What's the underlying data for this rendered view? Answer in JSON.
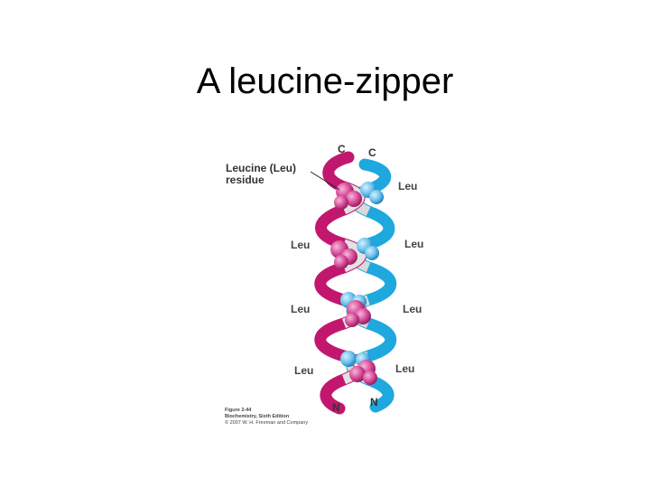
{
  "slide": {
    "title": "A leucine-zipper"
  },
  "figure": {
    "helix_colors": {
      "left": "#c2176e",
      "right": "#1ea8de",
      "sphere_pink": "#d84d9a",
      "sphere_blue": "#6cc3ee"
    },
    "end_labels": {
      "top_left": "C",
      "top_right": "C",
      "bottom_left": "N",
      "bottom_right": "N"
    },
    "callout_line1": "Leucine (Leu)",
    "callout_line2": "residue",
    "leu_labels": [
      "Leu",
      "Leu",
      "Leu",
      "Leu",
      "Leu",
      "Leu",
      "Leu"
    ],
    "credit_line1": "Figure 2-44",
    "credit_line2": "Biochemistry, Sixth Edition",
    "credit_line3": "© 2007 W. H. Freeman and Company"
  }
}
